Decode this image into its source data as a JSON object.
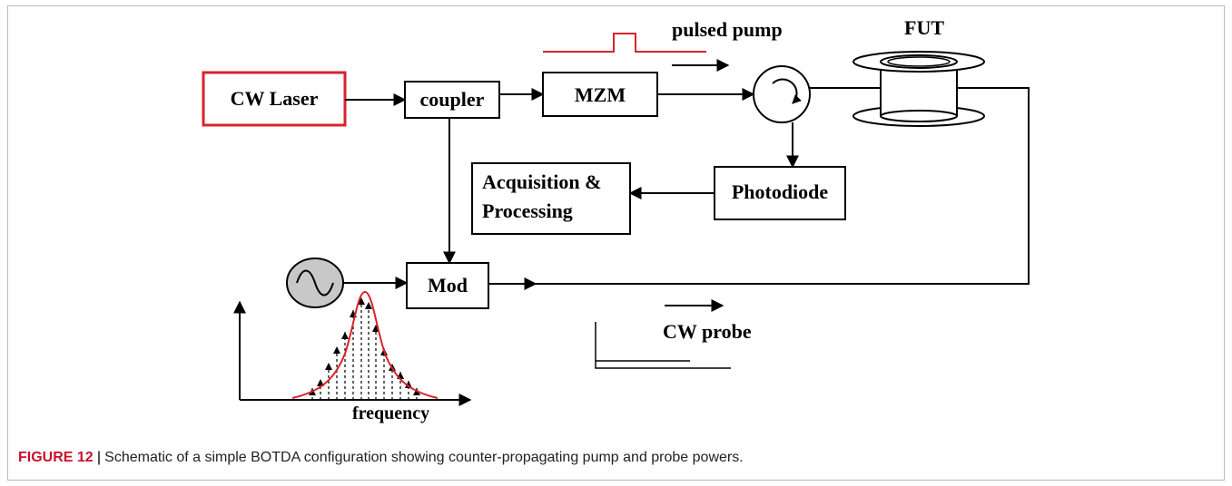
{
  "diagram": {
    "labels": {
      "laser": "CW Laser",
      "coupler": "coupler",
      "mzm": "MZM",
      "acq_line1": "Acquisition &",
      "acq_line2": "Processing",
      "photodiode": "Photodiode",
      "mod": "Mod",
      "pulsed_pump": "pulsed pump",
      "fut": "FUT",
      "cw_probe": "CW probe",
      "frequency": "frequency"
    },
    "colors": {
      "laser_border": "#d9232d",
      "pulse": "#d9232d",
      "spectrum_envelope": "#d9232d",
      "oscillator_fill": "#c8c8c8"
    },
    "icons": {
      "circulator": "circulator-icon",
      "oscillator": "sine-oscillator-icon",
      "fiber_spool": "fiber-spool-icon"
    }
  },
  "caption": {
    "figure_label": "FIGURE 12",
    "separator": "|",
    "text": "Schematic of a simple BOTDA configuration showing counter-propagating pump and probe powers."
  }
}
